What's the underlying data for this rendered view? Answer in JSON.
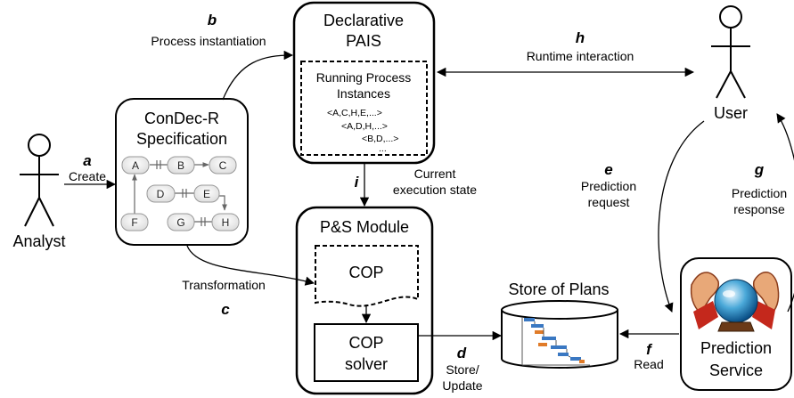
{
  "actors": {
    "analyst": "Analyst",
    "user": "User"
  },
  "boxes": {
    "condec": [
      "ConDec-R",
      "Specification"
    ],
    "pais": [
      "Declarative",
      "PAIS"
    ],
    "running": [
      "Running Process",
      "Instances"
    ],
    "instances": [
      "<A,C,H,E,...>",
      "<A,D,H,...>",
      "<B,D,...>",
      "..."
    ],
    "ps_module": "P&S Module",
    "cop": "COP",
    "cop_solver": [
      "COP",
      "solver"
    ],
    "store": "Store of Plans",
    "prediction": [
      "Prediction",
      "Service"
    ]
  },
  "condec_nodes": [
    "A",
    "B",
    "C",
    "D",
    "E",
    "F",
    "G",
    "H"
  ],
  "steps": [
    {
      "letter": "a",
      "label": [
        "Create"
      ]
    },
    {
      "letter": "b",
      "label": [
        "Process instantiation"
      ]
    },
    {
      "letter": "c",
      "label": [
        "Transformation"
      ]
    },
    {
      "letter": "d",
      "label": [
        "Store/",
        "Update"
      ]
    },
    {
      "letter": "e",
      "label": [
        "Prediction",
        "request"
      ]
    },
    {
      "letter": "f",
      "label": [
        "Read"
      ]
    },
    {
      "letter": "g",
      "label": [
        "Prediction",
        "response"
      ]
    },
    {
      "letter": "h",
      "label": [
        "Runtime interaction"
      ]
    },
    {
      "letter": "i",
      "label": [
        "Current",
        "execution state"
      ]
    }
  ]
}
